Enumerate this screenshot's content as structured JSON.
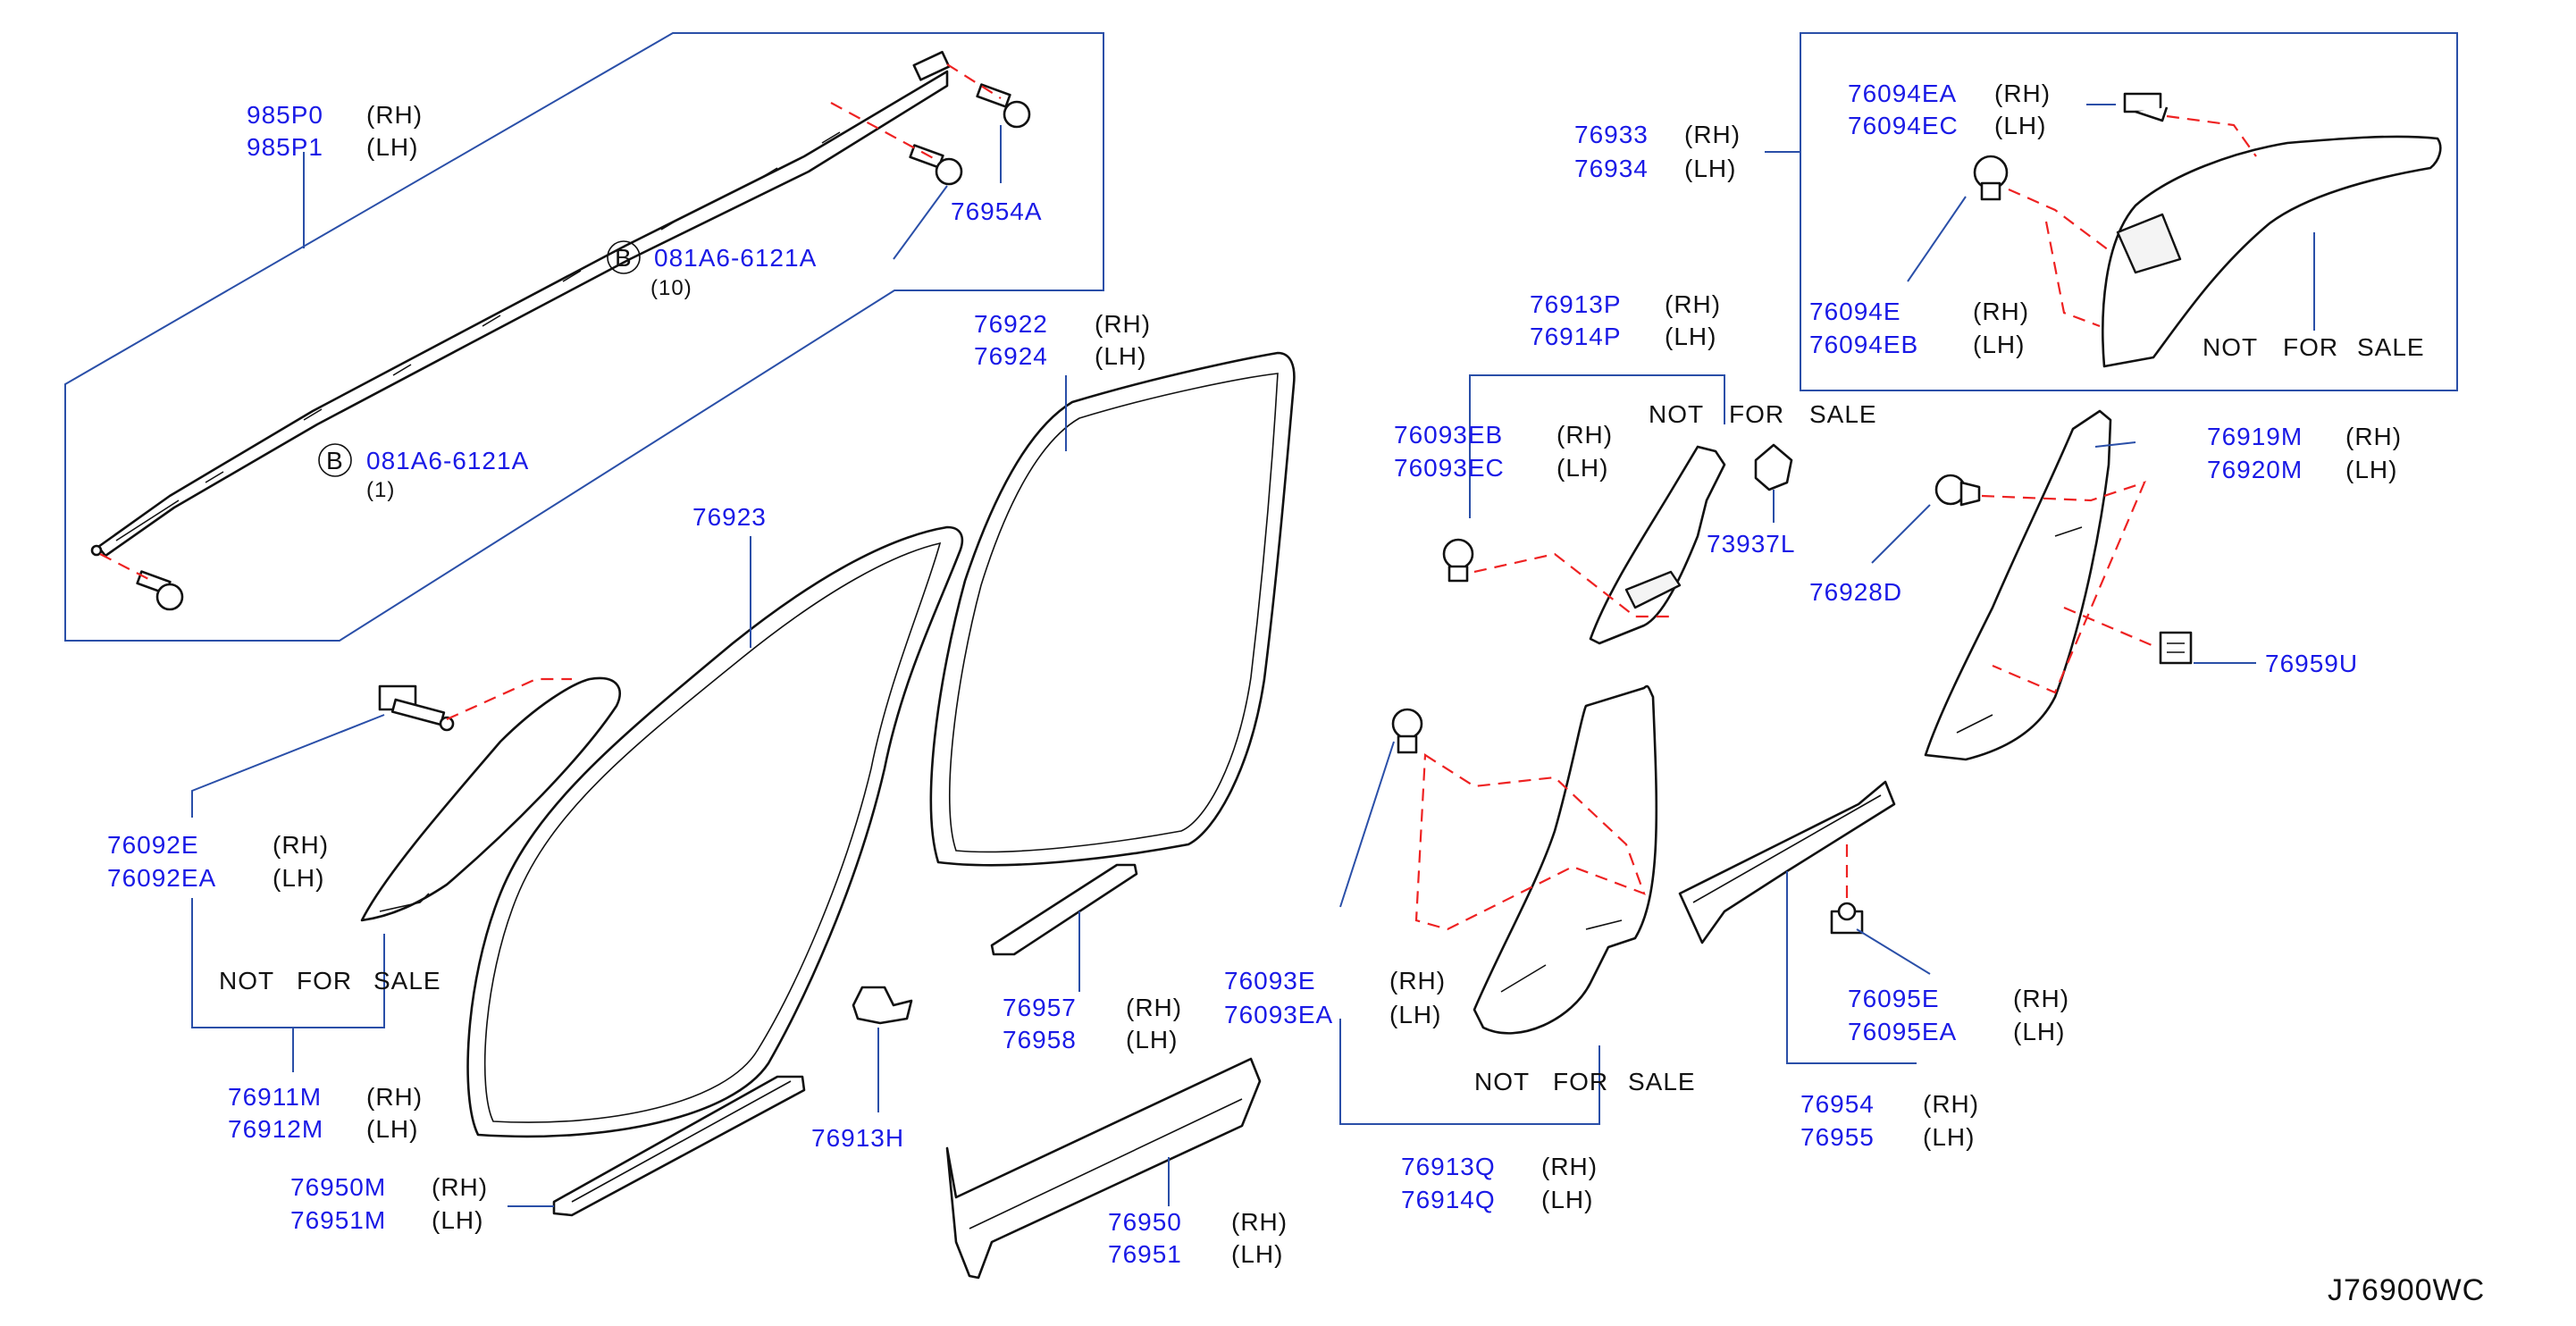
{
  "diagram_code": "J76900WC",
  "side_labels": {
    "rh": "(RH)",
    "lh": "(LH)"
  },
  "not_for_sale": {
    "not": "NOT",
    "for": "FOR",
    "sale": "SALE"
  },
  "bolt_callouts": [
    {
      "letter": "B",
      "part": "081A6-6121A",
      "qty": "(10)"
    },
    {
      "letter": "B",
      "part": "081A6-6121A",
      "qty": "(1)"
    }
  ],
  "parts": {
    "airbag": {
      "rh": "985P0",
      "lh": "985P1"
    },
    "bolt_76954a": "76954A",
    "weatherstrip_76923": "76923",
    "weatherstrip_rear": {
      "rh": "76922",
      "lh": "76924"
    },
    "clip_76092e": {
      "rh": "76092E",
      "lh": "76092EA"
    },
    "pillar_front": {
      "rh": "76911M",
      "lh": "76912M"
    },
    "kick_plate_front": {
      "rh": "76950M",
      "lh": "76951M"
    },
    "clip_76913h": "76913H",
    "kick_plate_center": {
      "rh": "76957",
      "lh": "76958"
    },
    "kick_plate_rear": {
      "rh": "76950",
      "lh": "76951"
    },
    "center_pillar_upper": {
      "rh": "76913P",
      "lh": "76914P"
    },
    "clip_76093eb": {
      "rh": "76093EB",
      "lh": "76093EC"
    },
    "clip_73937l": "73937L",
    "center_pillar_lower_clip": {
      "rh": "76093E",
      "lh": "76093EA"
    },
    "center_pillar_lower": {
      "rh": "76913Q",
      "lh": "76914Q"
    },
    "rear_pillar_upper": {
      "rh": "76933",
      "lh": "76934"
    },
    "clip_76094ea": {
      "rh": "76094EA",
      "lh": "76094EC"
    },
    "clip_76094e": {
      "rh": "76094E",
      "lh": "76094EB"
    },
    "rear_pillar_lower": {
      "rh": "76919M",
      "lh": "76920M"
    },
    "clip_76928d": "76928D",
    "clip_76959u": "76959U",
    "clip_76095e": {
      "rh": "76095E",
      "lh": "76095EA"
    },
    "rear_kick_plate": {
      "rh": "76954",
      "lh": "76955"
    }
  }
}
